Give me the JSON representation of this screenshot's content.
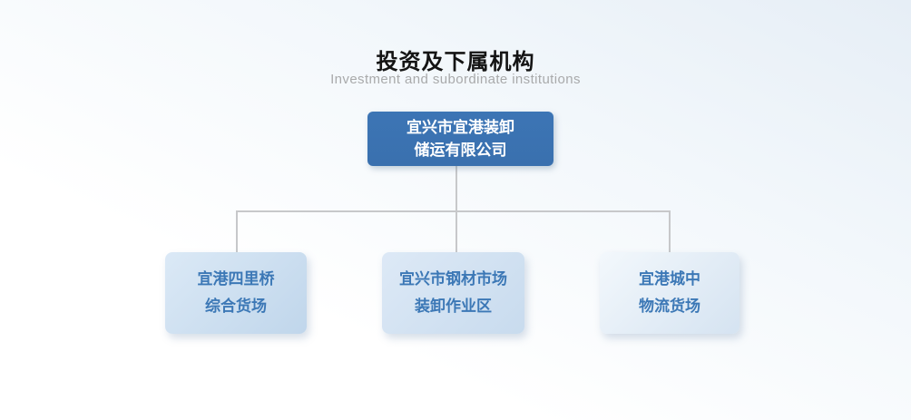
{
  "header": {
    "title": "投资及下属机构",
    "subtitle": "Investment and subordinate institutions"
  },
  "org_chart": {
    "root": {
      "lines": [
        "宜兴市宜港装卸",
        "储运有限公司"
      ]
    },
    "children": [
      {
        "lines": [
          "宜港四里桥",
          "综合货场"
        ]
      },
      {
        "lines": [
          "宜兴市钢材市场",
          "装卸作业区"
        ]
      },
      {
        "lines": [
          "宜港城中",
          "物流货场"
        ]
      }
    ]
  },
  "colors": {
    "bg_top": "#e6eef6",
    "title_text": "#141414",
    "subtitle_text": "#a9aaab",
    "connector": "#c7c8ca",
    "root_box_fill": "#3c75b5",
    "root_box_text": "#ffffff",
    "child_box_text": "#3c78b6"
  }
}
